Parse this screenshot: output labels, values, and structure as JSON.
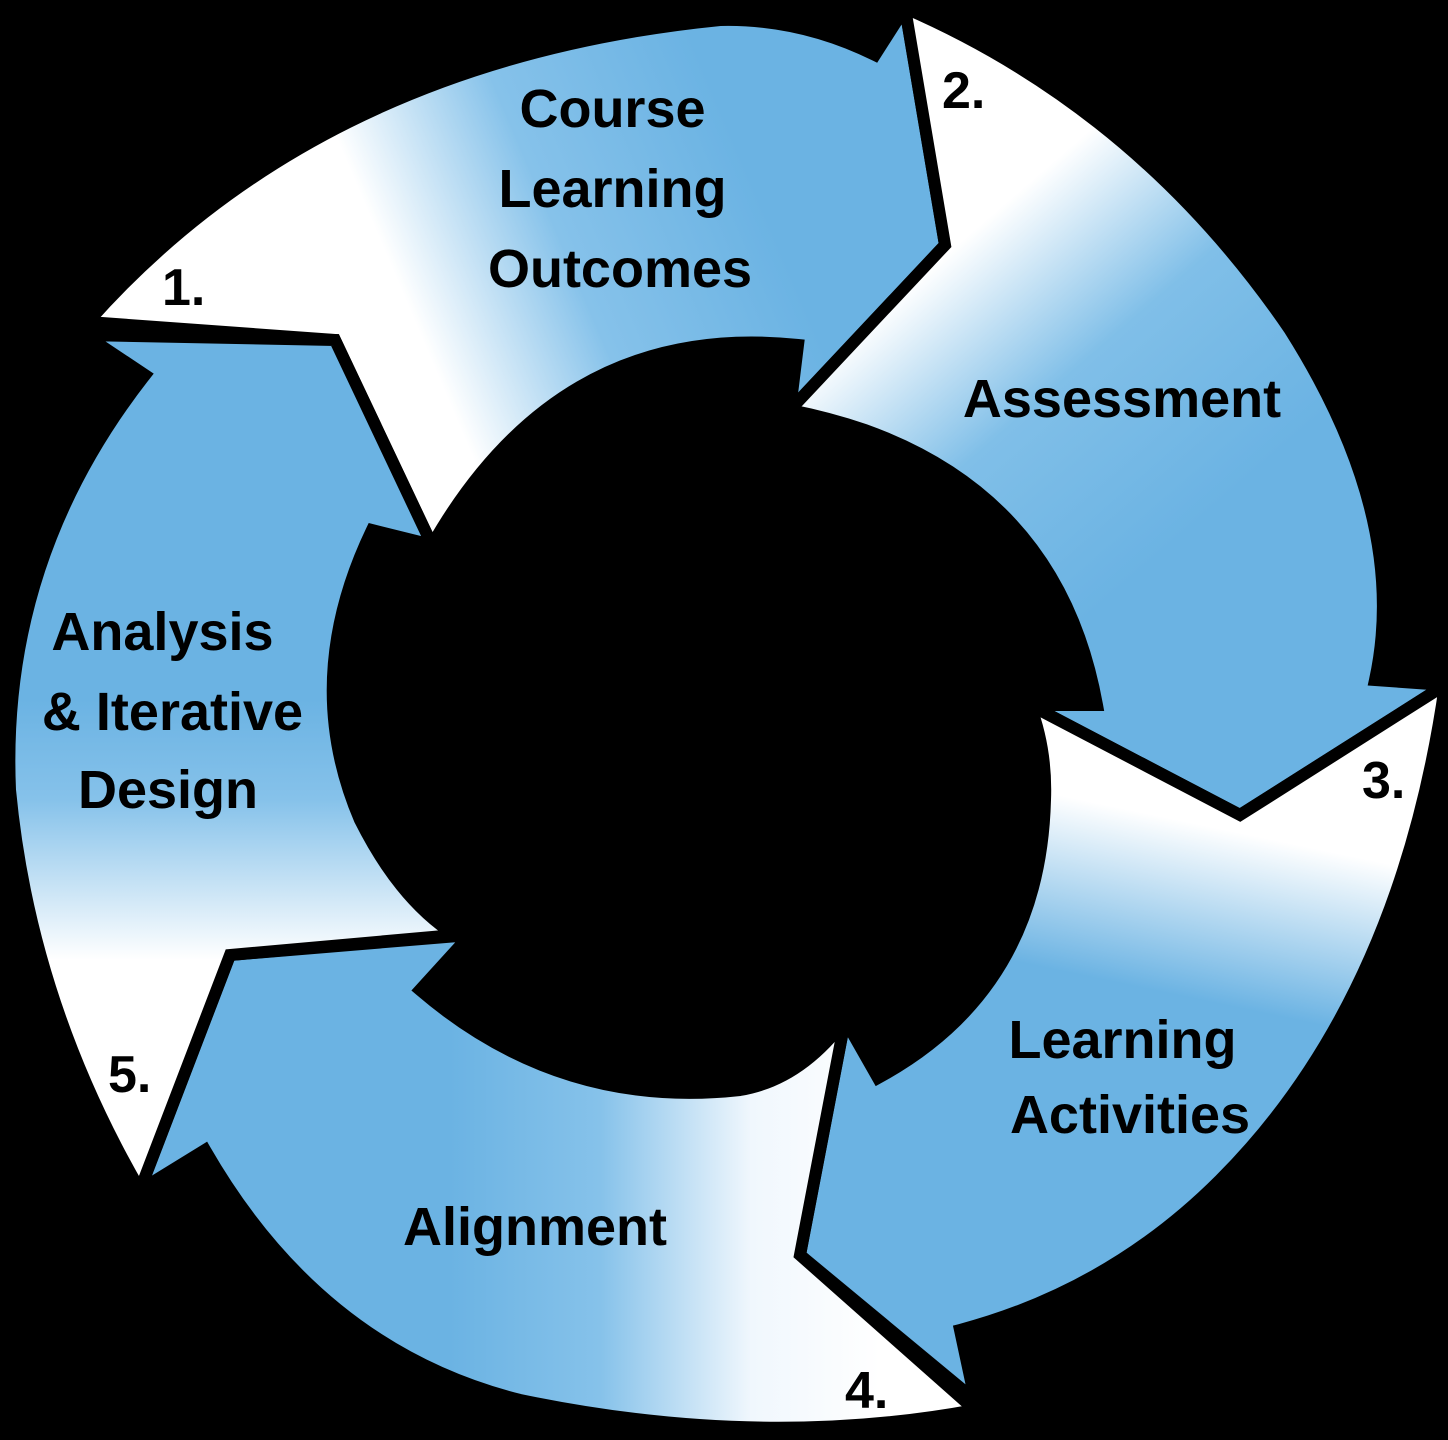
{
  "diagram": {
    "type": "cycle",
    "background": "#000000",
    "colors": {
      "blue": "#6bb3e3",
      "light": "#ffffff",
      "outline": "#000000"
    },
    "steps": [
      {
        "number": "1.",
        "lines": [
          "Course",
          "Learning",
          "Outcomes"
        ]
      },
      {
        "number": "2.",
        "lines": [
          "Assessment"
        ]
      },
      {
        "number": "3.",
        "lines": [
          "Learning",
          "Activities"
        ]
      },
      {
        "number": "4.",
        "lines": [
          "Alignment"
        ]
      },
      {
        "number": "5.",
        "lines": [
          "Analysis",
          "& Iterative",
          "Design"
        ]
      }
    ]
  }
}
